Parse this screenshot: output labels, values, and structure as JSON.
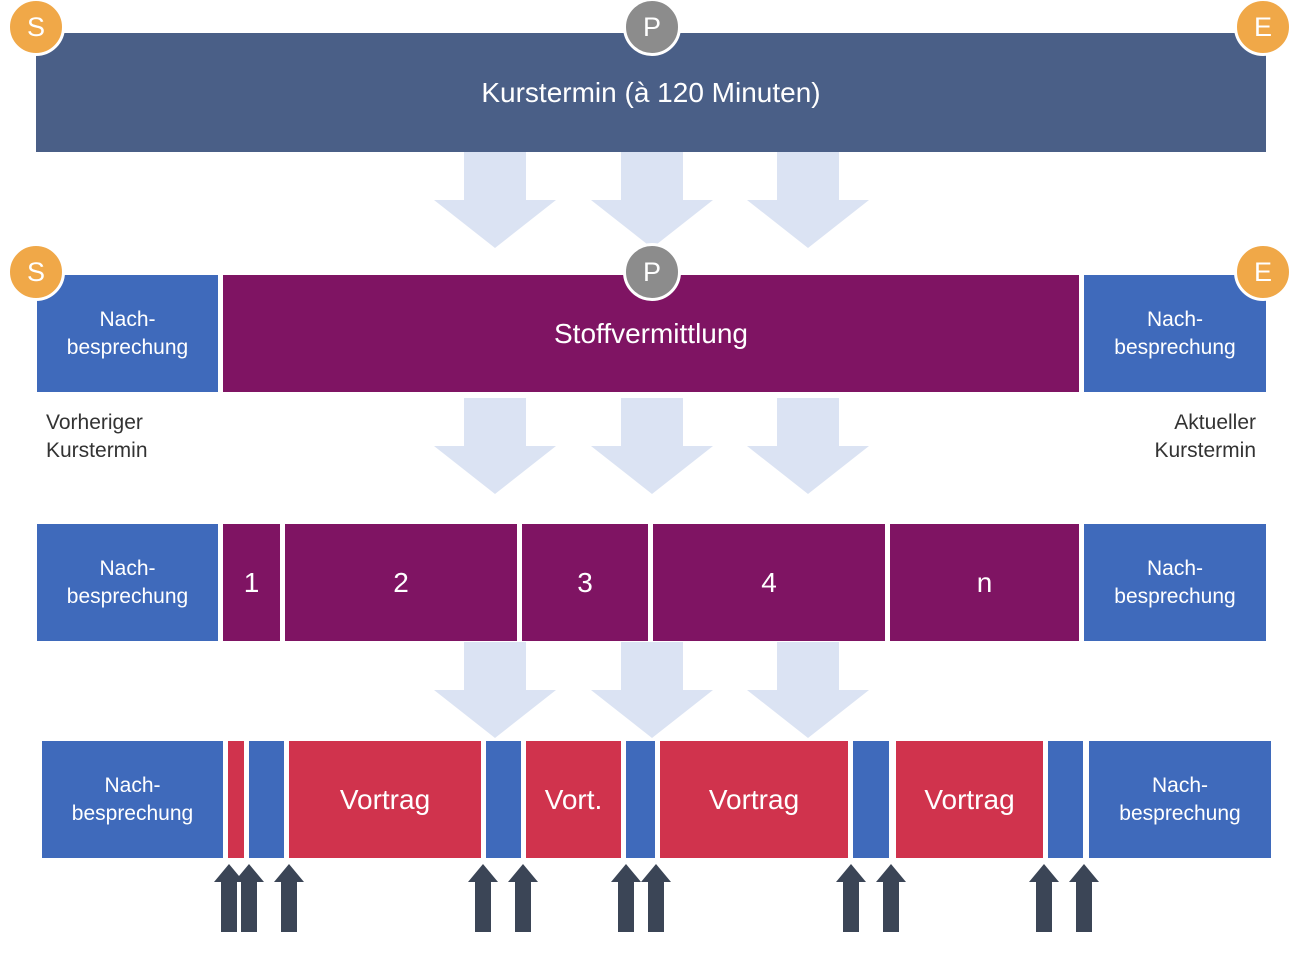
{
  "colors": {
    "navy": "#4a5f87",
    "purple": "#7f1463",
    "blue": "#3f6abb",
    "red": "#d0334d",
    "orange": "#f0a848",
    "gray": "#8c8c8c",
    "light_arrow": "#dbe3f3",
    "dark_arrow": "#3b4556"
  },
  "row1": {
    "title": "Kurstermin (à 120 Minuten)"
  },
  "badges": {
    "start": "S",
    "pause": "P",
    "end": "E"
  },
  "row2": {
    "left_line1": "Nach-",
    "left_line2": "besprechung",
    "center": "Stoffvermittlung",
    "right_line1": "Nach-",
    "right_line2": "besprechung"
  },
  "captions": {
    "left_line1": "Vorheriger",
    "left_line2": "Kurstermin",
    "right_line1": "Aktueller",
    "right_line2": "Kurstermin"
  },
  "row3": {
    "left_line1": "Nach-",
    "left_line2": "besprechung",
    "segments": [
      "1",
      "2",
      "3",
      "4",
      "n"
    ],
    "right_line1": "Nach-",
    "right_line2": "besprechung"
  },
  "row4": {
    "left_line1": "Nach-",
    "left_line2": "besprechung",
    "vortrag1": "Vortrag",
    "vortrag2": "Vort.",
    "vortrag3": "Vortrag",
    "vortrag4": "Vortrag",
    "right_line1": "Nach-",
    "right_line2": "besprechung"
  }
}
